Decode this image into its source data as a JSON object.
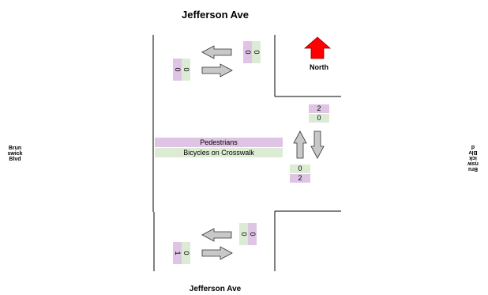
{
  "streets": {
    "top": "Jefferson Ave",
    "bottom": "Jefferson Ave",
    "left": "Brun\nswick\nBlvd",
    "right": "Bru\nnsw\nick\nBlv\nd"
  },
  "compass": {
    "label": "North",
    "icon": "north-arrow-icon",
    "color": "#ff0000"
  },
  "counts": {
    "north_approach": {
      "left_turn": {
        "pink": "0",
        "green": "0"
      },
      "through": {
        "pink": "0",
        "green": "0"
      }
    },
    "south_approach": {
      "left_turn": {
        "pink": "0",
        "green": "0"
      },
      "through": {
        "pink": "1",
        "green": "0"
      }
    },
    "east_approach": {
      "upper": {
        "pink": "2",
        "green": "0"
      },
      "lower": {
        "pink": "2",
        "green": "0"
      }
    }
  },
  "crosswalk": {
    "pedestrians_label": "Pedestrians",
    "bicycles_label": "Bicycles on Crosswalk"
  },
  "colors": {
    "arrow_fill": "#c8c8c8",
    "pedestrian_fill": "#dfc4e6",
    "bicycle_fill": "#dcecd4"
  }
}
